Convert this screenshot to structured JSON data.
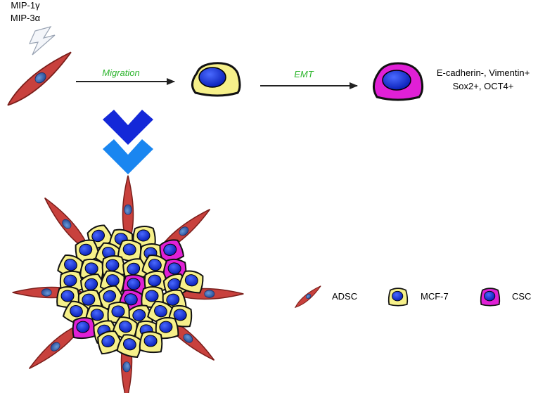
{
  "stimulus": {
    "line1": "MIP-1γ",
    "line2": "MIP-3α"
  },
  "arrows": {
    "migration": "Migration",
    "emt": "EMT"
  },
  "markers": {
    "line1": "E-cadherin-, Vimentin+",
    "line2": "Sox2+, OCT4+"
  },
  "legend": {
    "adsc": "ADSC",
    "mcf7": "MCF-7",
    "csc": "CSC"
  },
  "colors": {
    "adsc_fill": "#c8413d",
    "mcf7_fill": "#f6f08a",
    "csc_fill": "#e020d6",
    "nucleus": "#1f3fe0",
    "chevron_dark": "#1428d8",
    "chevron_light": "#1a86f0",
    "label_green": "#2db52d"
  }
}
